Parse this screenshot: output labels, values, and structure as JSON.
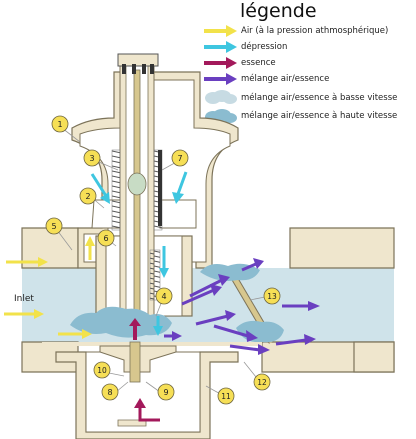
{
  "legend": {
    "title": "légende",
    "items": [
      {
        "key": "air",
        "label": "Air (à la pression athmosphérique)",
        "color": "#f2e24a",
        "icon": "yellow-arrow-icon"
      },
      {
        "key": "depression",
        "label": "dépression",
        "color": "#3ec6e0",
        "icon": "cyan-arrow-icon"
      },
      {
        "key": "fuel",
        "label": "essence",
        "color": "#a3195b",
        "icon": "magenta-arrow-icon"
      },
      {
        "key": "mix",
        "label": "mélange air/essence",
        "color": "#6a3fc0",
        "icon": "purple-arrow-icon"
      },
      {
        "key": "mix_low",
        "label": "mélange air/essence à basse vitesse",
        "color": "#c7dbe3",
        "icon": "light-cloud-icon"
      },
      {
        "key": "mix_high",
        "label": "mélange air/essence à haute vitesse",
        "color": "#8bbcd0",
        "icon": "dark-cloud-icon"
      }
    ]
  },
  "diagram": {
    "inlet_label": "Inlet",
    "callouts": [
      "1",
      "2",
      "3",
      "4",
      "5",
      "6",
      "7",
      "8",
      "9",
      "10",
      "11",
      "12",
      "13"
    ]
  }
}
